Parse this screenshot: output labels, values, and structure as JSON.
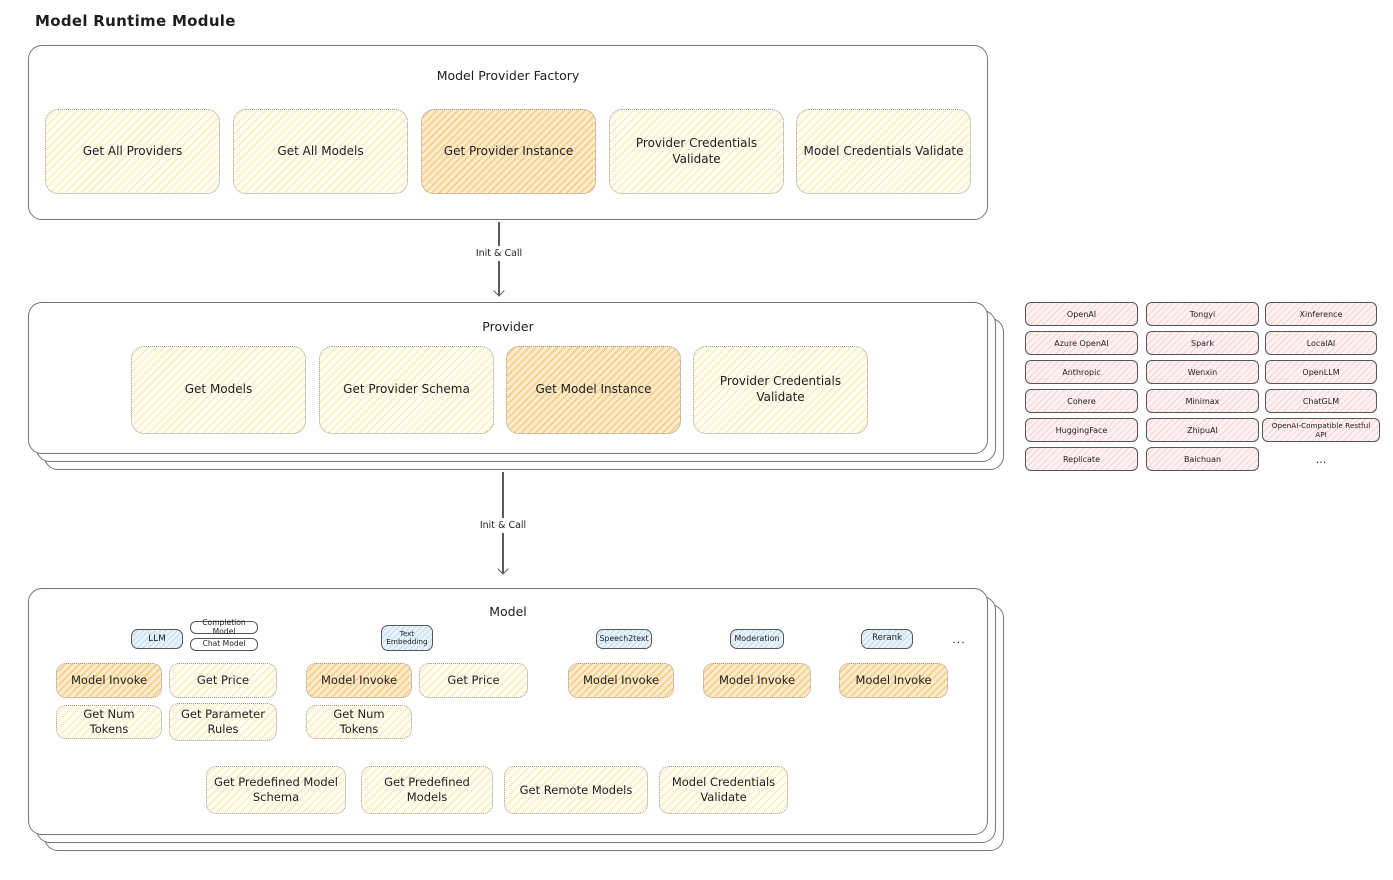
{
  "page": {
    "title": "Model Runtime Module"
  },
  "colors": {
    "button_yellow": "#fffcee",
    "button_highlight_orange": "#fdeccb",
    "provider_cell_pink": "#fdf1f1",
    "model_type_blue": "#e8f3fb",
    "border_gray": "#757575",
    "text": "#1e1e1e"
  },
  "factory": {
    "title": "Model Provider Factory",
    "buttons": [
      {
        "label": "Get All Providers",
        "highlighted": false
      },
      {
        "label": "Get All Models",
        "highlighted": false
      },
      {
        "label": "Get Provider Instance",
        "highlighted": true
      },
      {
        "label": "Provider Credentials Validate",
        "highlighted": false
      },
      {
        "label": "Model Credentials Validate",
        "highlighted": false
      }
    ]
  },
  "arrows": {
    "factory_to_provider": "Init & Call",
    "provider_to_model": "Init & Call"
  },
  "provider": {
    "title": "Provider",
    "buttons": [
      {
        "label": "Get Models",
        "highlighted": false
      },
      {
        "label": "Get Provider Schema",
        "highlighted": false
      },
      {
        "label": "Get Model Instance",
        "highlighted": true
      },
      {
        "label": "Provider Credentials Validate",
        "highlighted": false
      }
    ]
  },
  "providers_grid": {
    "col1": [
      "OpenAI",
      "Azure OpenAI",
      "Anthropic",
      "Cohere",
      "HuggingFace",
      "Replicate"
    ],
    "col2": [
      "Tongyi",
      "Spark",
      "Wenxin",
      "Minimax",
      "ZhipuAI",
      "Baichuan"
    ],
    "col3": [
      "Xinference",
      "LocalAI",
      "OpenLLM",
      "ChatGLM",
      "OpenAI-Compatible Restful API"
    ],
    "ellipsis": "..."
  },
  "model": {
    "title": "Model",
    "tags": {
      "llm": "LLM",
      "completion": "Completion Model",
      "chat": "Chat Model",
      "text_embedding": "Text Embedding",
      "speech2text": "Speech2text",
      "moderation": "Moderation",
      "rerank": "Rerank",
      "ellipsis": "..."
    },
    "llm": {
      "invoke": "Model Invoke",
      "get_price": "Get Price",
      "get_num_tokens": "Get Num Tokens",
      "get_parameter_rules": "Get Parameter Rules"
    },
    "text_embedding": {
      "invoke": "Model Invoke",
      "get_price": "Get Price",
      "get_num_tokens": "Get Num Tokens"
    },
    "speech2text": {
      "invoke": "Model Invoke"
    },
    "moderation": {
      "invoke": "Model Invoke"
    },
    "rerank": {
      "invoke": "Model Invoke"
    },
    "bottom": [
      "Get Predefined Model Schema",
      "Get Predefined Models",
      "Get Remote Models",
      "Model Credentials Validate"
    ]
  }
}
